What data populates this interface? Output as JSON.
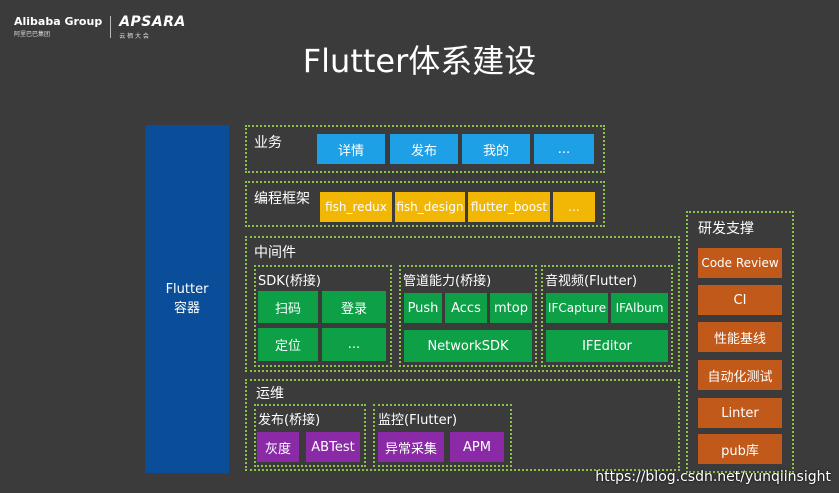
{
  "header": {
    "brand": "Alibaba Group",
    "brand_sub": "阿里巴巴集团",
    "event": "APSARA",
    "event_sub": "云 栖 大 会",
    "title": "Flutter体系建设"
  },
  "container": {
    "line1": "Flutter",
    "line2": "容器"
  },
  "business": {
    "label": "业务",
    "items": [
      "详情",
      "发布",
      "我的",
      "..."
    ]
  },
  "frameworks": {
    "label": "编程框架",
    "items": [
      "fish_redux",
      "fish_design",
      "flutter_boost",
      "..."
    ]
  },
  "middleware": {
    "label": "中间件",
    "sdk": {
      "label": "SDK(桥接)",
      "items": [
        "扫码",
        "登录",
        "定位",
        "..."
      ]
    },
    "pipeline": {
      "label": "管道能力(桥接)",
      "items": [
        "Push",
        "Accs",
        "mtop"
      ],
      "wide": "NetworkSDK"
    },
    "media": {
      "label": "音视频(Flutter)",
      "items": [
        "IFCapture",
        "IFAlbum"
      ],
      "wide": "IFEditor"
    }
  },
  "ops": {
    "label": "运维",
    "release": {
      "label": "发布(桥接)",
      "items": [
        "灰度",
        "ABTest"
      ]
    },
    "monitor": {
      "label": "监控(Flutter)",
      "items": [
        "异常采集",
        "APM"
      ]
    }
  },
  "support": {
    "label": "研发支撑",
    "items": [
      "Code Review",
      "CI",
      "性能基线",
      "自动化测试",
      "Linter",
      "pub库"
    ]
  },
  "watermark": "https://blog.csdn.net/yunqiinsight",
  "colors": {
    "background": "#3b3b3b",
    "container": "#0a4e99",
    "business": "#1ea0e6",
    "framework": "#f2b705",
    "middleware": "#0ea047",
    "ops": "#8a2aa6",
    "support": "#c0591a",
    "dotted_border": "#8bc34a"
  }
}
